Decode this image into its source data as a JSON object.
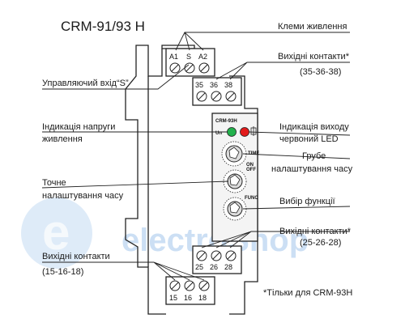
{
  "title": "CRM-91/93 H",
  "labels": {
    "power_terminals": "Клеми живлення",
    "output_contacts_top": "Вихідні контакти*",
    "output_contacts_top_nums": "(35-36-38)",
    "control_input": "Управляючий вхід“S”",
    "voltage_indication_1": "Індикація напруги",
    "voltage_indication_2": "живлення",
    "output_indication_1": "Індикація виходу",
    "output_indication_2": "червоний LED",
    "coarse_time_1": "Грубе",
    "coarse_time_2": "налаштування часу",
    "fine_time_1": "Точне",
    "fine_time_2": "налаштування часу",
    "function_select": "Вибір функції",
    "output_contacts_mid": "Вихідні контакти*",
    "output_contacts_mid_nums": "(25-26-28)",
    "output_contacts_bottom_1": "Вихідні контакти",
    "output_contacts_bottom_2": "(15-16-18)",
    "footnote": "*Тільки для CRM-93H"
  },
  "device": {
    "model": "CRM-93H",
    "un": "Un",
    "time": "TIME",
    "func": "FUNC",
    "on": "ON",
    "off": "OFF"
  },
  "terminals": {
    "top_row_1": [
      "A1",
      "S",
      "A2"
    ],
    "top_row_2": [
      "35",
      "36",
      "38"
    ],
    "bottom_row_1": [
      "25",
      "26",
      "28"
    ],
    "bottom_row_2": [
      "15",
      "16",
      "18"
    ]
  },
  "watermark": "electroShop",
  "colors": {
    "led_green": "#22b14c",
    "led_red": "#e21b1b",
    "watermark": "#4a90d9"
  }
}
